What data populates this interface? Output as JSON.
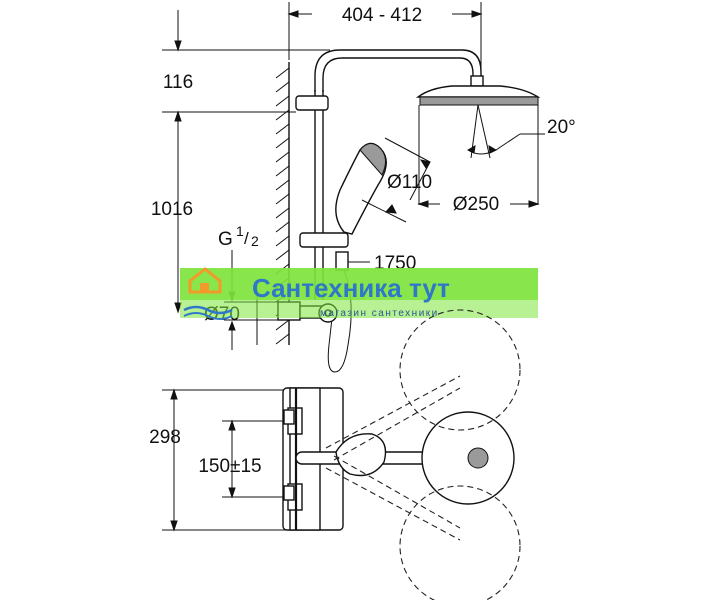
{
  "dimensions": {
    "width_range": "404 - 412",
    "height_top": "116",
    "height_total": "1016",
    "angle": "20°",
    "hand_shower_dia": "Ø110",
    "head_shower_dia": "Ø250",
    "hose_length": "1750",
    "thread_main": "G",
    "thread_num": "1",
    "thread_den": "2",
    "outlet_dia": "Ø70",
    "plan_depth": "298",
    "plan_spacing": "150±15"
  },
  "watermark": {
    "brand": "Сантехника тут",
    "tagline": "магазин сантехники",
    "color": "#7ee33c"
  }
}
